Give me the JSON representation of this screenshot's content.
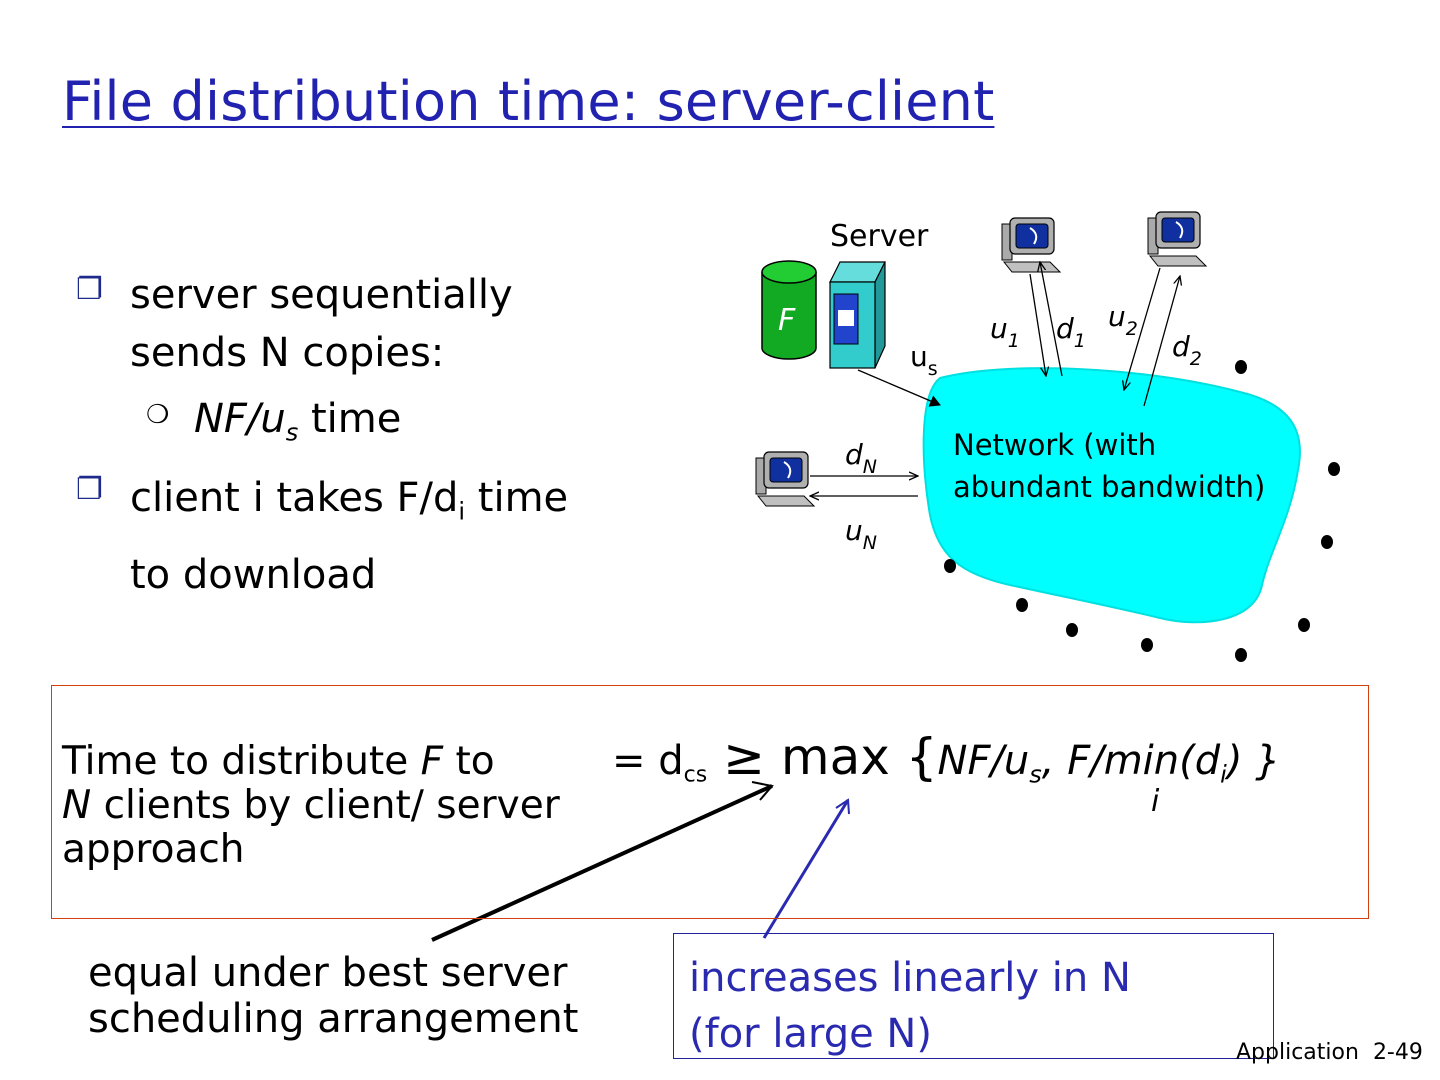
{
  "slide": {
    "title": "File distribution time: server-client",
    "footer": {
      "section": "Application",
      "page": "2-49"
    }
  },
  "bullets": {
    "b1_line1": "server sequentially",
    "b1_line2": "sends N copies:",
    "b1_sub_nf": "NF/u",
    "b1_sub_s": "s",
    "b1_sub_time": " time",
    "b2_text": "client i takes F/d",
    "b2_sub": "i",
    "b2_time": " time",
    "b2_line2": "to download"
  },
  "diagram": {
    "server_label": "Server",
    "file_label": "F",
    "us_label": "u",
    "us_sub": "s",
    "u1": "u",
    "u1_sub": "1",
    "d1": "d",
    "d1_sub": "1",
    "u2": "u",
    "u2_sub": "2",
    "d2": "d",
    "d2_sub": "2",
    "dN": "d",
    "dN_sub": "N",
    "uN": "u",
    "uN_sub": "N",
    "network_line1": "Network (with",
    "network_line2": "abundant bandwidth)",
    "colors": {
      "network": "#00ffff",
      "cylinder": "#11aa22",
      "server_box": "#33cccc",
      "server_panel": "#2244cc"
    }
  },
  "formula": {
    "label_line1_a": "Time to  distribute ",
    "label_line1_F": "F",
    "label_line1_b": " to",
    "label_line2_N": "N",
    "label_line2_b": " clients by client/ server",
    "label_line3": "approach",
    "eq_prefix": "= d",
    "eq_sub_cs": "cs",
    "eq_geq": " ≥ ",
    "eq_max": "max {",
    "eq_nf": "NF/u",
    "eq_nf_sub": "s",
    "eq_mid": ", F/min(d",
    "eq_di_sub": "i",
    "eq_end": ") }",
    "eq_under_i": "i"
  },
  "notes": {
    "equal_line1": "equal under best server",
    "equal_line2": "scheduling arrangement",
    "linear_line1": "increases linearly in N",
    "linear_line2": "(for large N)"
  }
}
